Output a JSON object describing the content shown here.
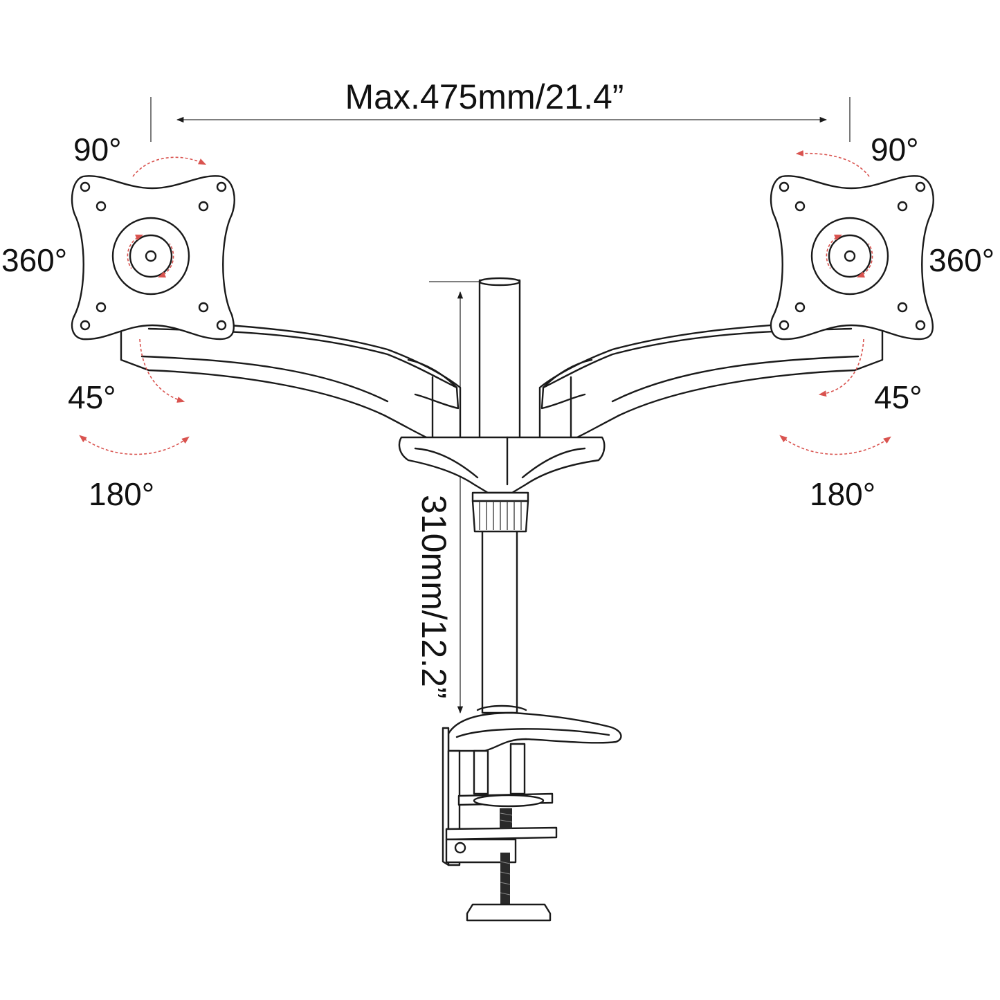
{
  "dimensions": {
    "width_label": "Max.475mm/21.4”",
    "height_label": "310mm/12.2”"
  },
  "left_arm": {
    "tilt": "90°",
    "rotation": "360°",
    "swivel": "45°",
    "pan": "180°"
  },
  "right_arm": {
    "tilt": "90°",
    "rotation": "360°",
    "swivel": "45°",
    "pan": "180°"
  },
  "colors": {
    "line": "#1a1a1a",
    "rotation_arrow": "#d9534f"
  }
}
